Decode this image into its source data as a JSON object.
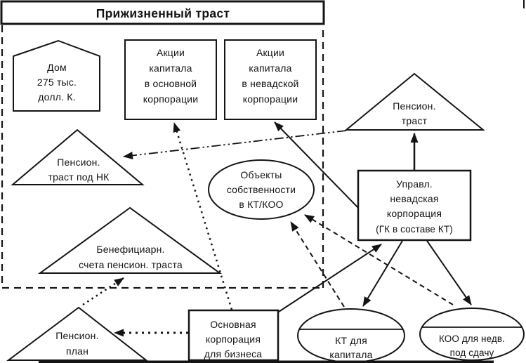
{
  "title": "Прижизненный траст",
  "nodes": {
    "house": {
      "shape": "house-pentagon",
      "lines": [
        "Дом",
        "275 тыс.",
        "долл. К."
      ]
    },
    "shares_main": {
      "shape": "rect",
      "lines": [
        "Акции",
        "капитала",
        "в основной",
        "корпорации"
      ]
    },
    "shares_nevada": {
      "shape": "rect",
      "lines": [
        "Акции",
        "капитала",
        "в невадской",
        "корпорации"
      ]
    },
    "pension_trust_nk": {
      "shape": "triangle",
      "lines": [
        "Пенсион.",
        "траст под НК"
      ]
    },
    "beneficiary_accounts": {
      "shape": "triangle",
      "lines": [
        "Бенефициарн.",
        "счета пенсион. траста"
      ]
    },
    "pension_trust": {
      "shape": "triangle",
      "lines": [
        "Пенсион.",
        "траст"
      ]
    },
    "nevada_mgmt_corp": {
      "shape": "rect",
      "lines": [
        "Управл.",
        "невадская",
        "корпорация",
        "(ГК в составе КТ)"
      ]
    },
    "property_objects": {
      "shape": "ellipse",
      "lines": [
        "Объекты",
        "собственности",
        "в КТ/КОО"
      ]
    },
    "pension_plan": {
      "shape": "triangle",
      "lines": [
        "Пенсион.",
        "план"
      ]
    },
    "main_corp": {
      "shape": "rect",
      "lines": [
        "Основная",
        "корпорация",
        "для бизнеса"
      ]
    },
    "kt_capital": {
      "shape": "ellipse",
      "lines": [
        "КТ для",
        "капитала"
      ]
    },
    "koo_realty": {
      "shape": "ellipse",
      "lines": [
        "КОО для недв.",
        "под сдачу"
      ]
    }
  },
  "edges": [
    {
      "from": "main_corp",
      "to": "shares_main",
      "style": "dotted"
    },
    {
      "from": "nevada_mgmt_corp",
      "to": "shares_nevada",
      "style": "solid"
    },
    {
      "from": "pension_trust",
      "to": "pension_trust_nk",
      "style": "dash-dot-dot"
    },
    {
      "from": "nevada_mgmt_corp",
      "to": "pension_trust",
      "style": "solid"
    },
    {
      "from": "nevada_mgmt_corp",
      "to": "kt_capital",
      "style": "solid"
    },
    {
      "from": "nevada_mgmt_corp",
      "to": "koo_realty",
      "style": "solid"
    },
    {
      "from": "main_corp",
      "to": "nevada_mgmt_corp",
      "style": "solid"
    },
    {
      "from": "kt_capital",
      "to": "property_objects",
      "style": "dashed"
    },
    {
      "from": "koo_realty",
      "to": "property_objects",
      "style": "dashed"
    },
    {
      "from": "pension_plan",
      "to": "beneficiary_accounts",
      "style": "dotted"
    },
    {
      "from": "main_corp",
      "to": "pension_plan",
      "style": "dotted"
    }
  ],
  "colors": {
    "line": "#141414",
    "background": "#ffffff"
  }
}
